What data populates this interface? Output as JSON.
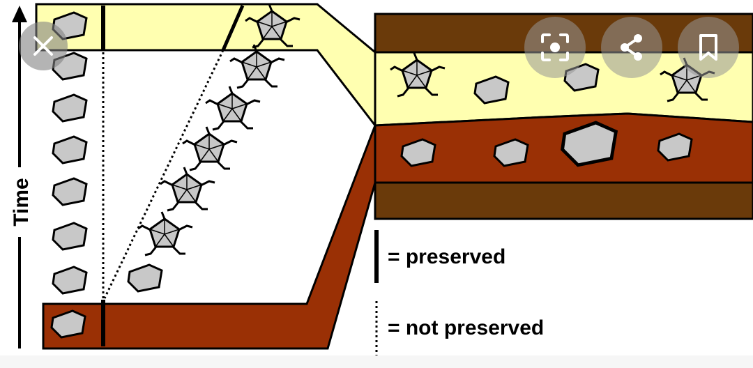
{
  "diagram": {
    "time_label": "Time",
    "legend": {
      "preserved": "= preserved",
      "not_preserved": "= not preserved"
    },
    "colors": {
      "yellow": "#ffffb0",
      "red_brown": "#9a3005",
      "dark_brown": "#6a3a0a",
      "rock": "#c8c8c8"
    }
  },
  "overlay": {
    "close_icon": "close-icon",
    "buttons": [
      {
        "icon": "lens-scan-icon"
      },
      {
        "icon": "share-icon"
      },
      {
        "icon": "bookmark-icon"
      }
    ]
  }
}
